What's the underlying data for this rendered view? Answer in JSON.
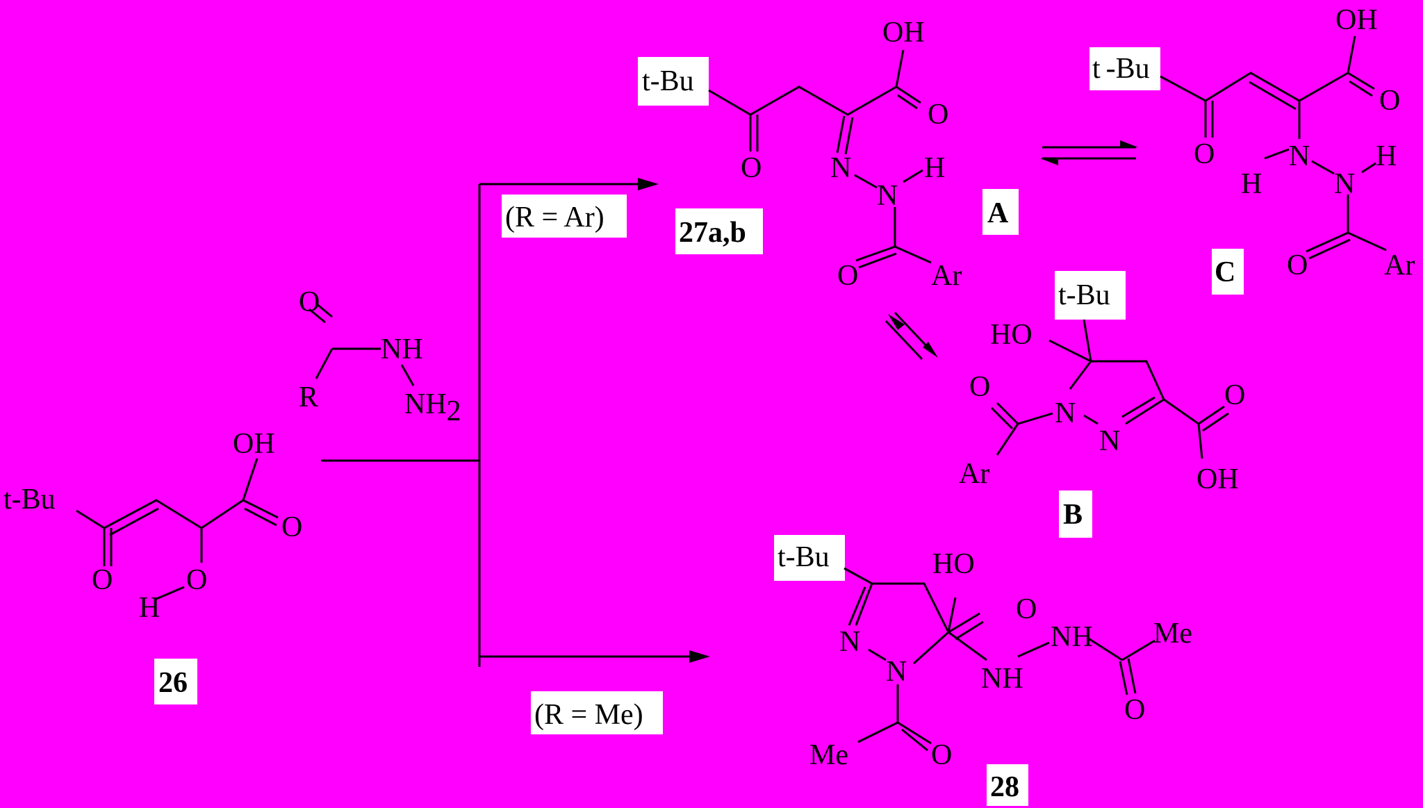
{
  "colors": {
    "background": "#ff00ff",
    "ink": "#000000",
    "label_box": "#ffffff"
  },
  "compounds": {
    "c26": {
      "label": "26",
      "tbu": "t-Bu",
      "oh": "OH",
      "o_acid": "O",
      "o_keto": "O",
      "o_enol": "O",
      "h_enol": "H"
    },
    "c27": {
      "label": "27a,b",
      "tbu": "t-Bu",
      "oh": "OH",
      "o_acid": "O",
      "o_keto": "O",
      "n1": "N",
      "n2": "N",
      "h": "H",
      "o_amide": "O",
      "ar": "Ar"
    },
    "form_a": {
      "label": "A"
    },
    "form_c": {
      "label": "C",
      "tbu_t": "t",
      "tbu_rest": "-Bu",
      "oh": "OH",
      "o_acid": "O",
      "o_keto": "O",
      "h1": "H",
      "n1": "N",
      "n2": "N",
      "h2": "H",
      "o_amide": "O",
      "ar": "Ar"
    },
    "form_b": {
      "label": "B",
      "tbu": "t-Bu",
      "ho": "HO",
      "o_amide": "O",
      "n1": "N",
      "n2": "N",
      "ar": "Ar",
      "o_acid": "O",
      "oh": "OH"
    },
    "c28": {
      "label": "28",
      "tbu": "t-Bu",
      "ho": "HO",
      "o_acid": "O",
      "n_ring": "N",
      "n1": "N",
      "nh1": "NH",
      "nh2": "NH",
      "me_acyl": "Me",
      "o_acyl": "O",
      "me_ring": "Me",
      "o_ring": "O"
    }
  },
  "reagent": {
    "o": "O",
    "r": "R",
    "nh": "NH",
    "nh2_main": "NH",
    "nh2_sub": "2"
  },
  "conditions": {
    "top": "(R = Ar)",
    "bottom": "(R = Me)"
  }
}
